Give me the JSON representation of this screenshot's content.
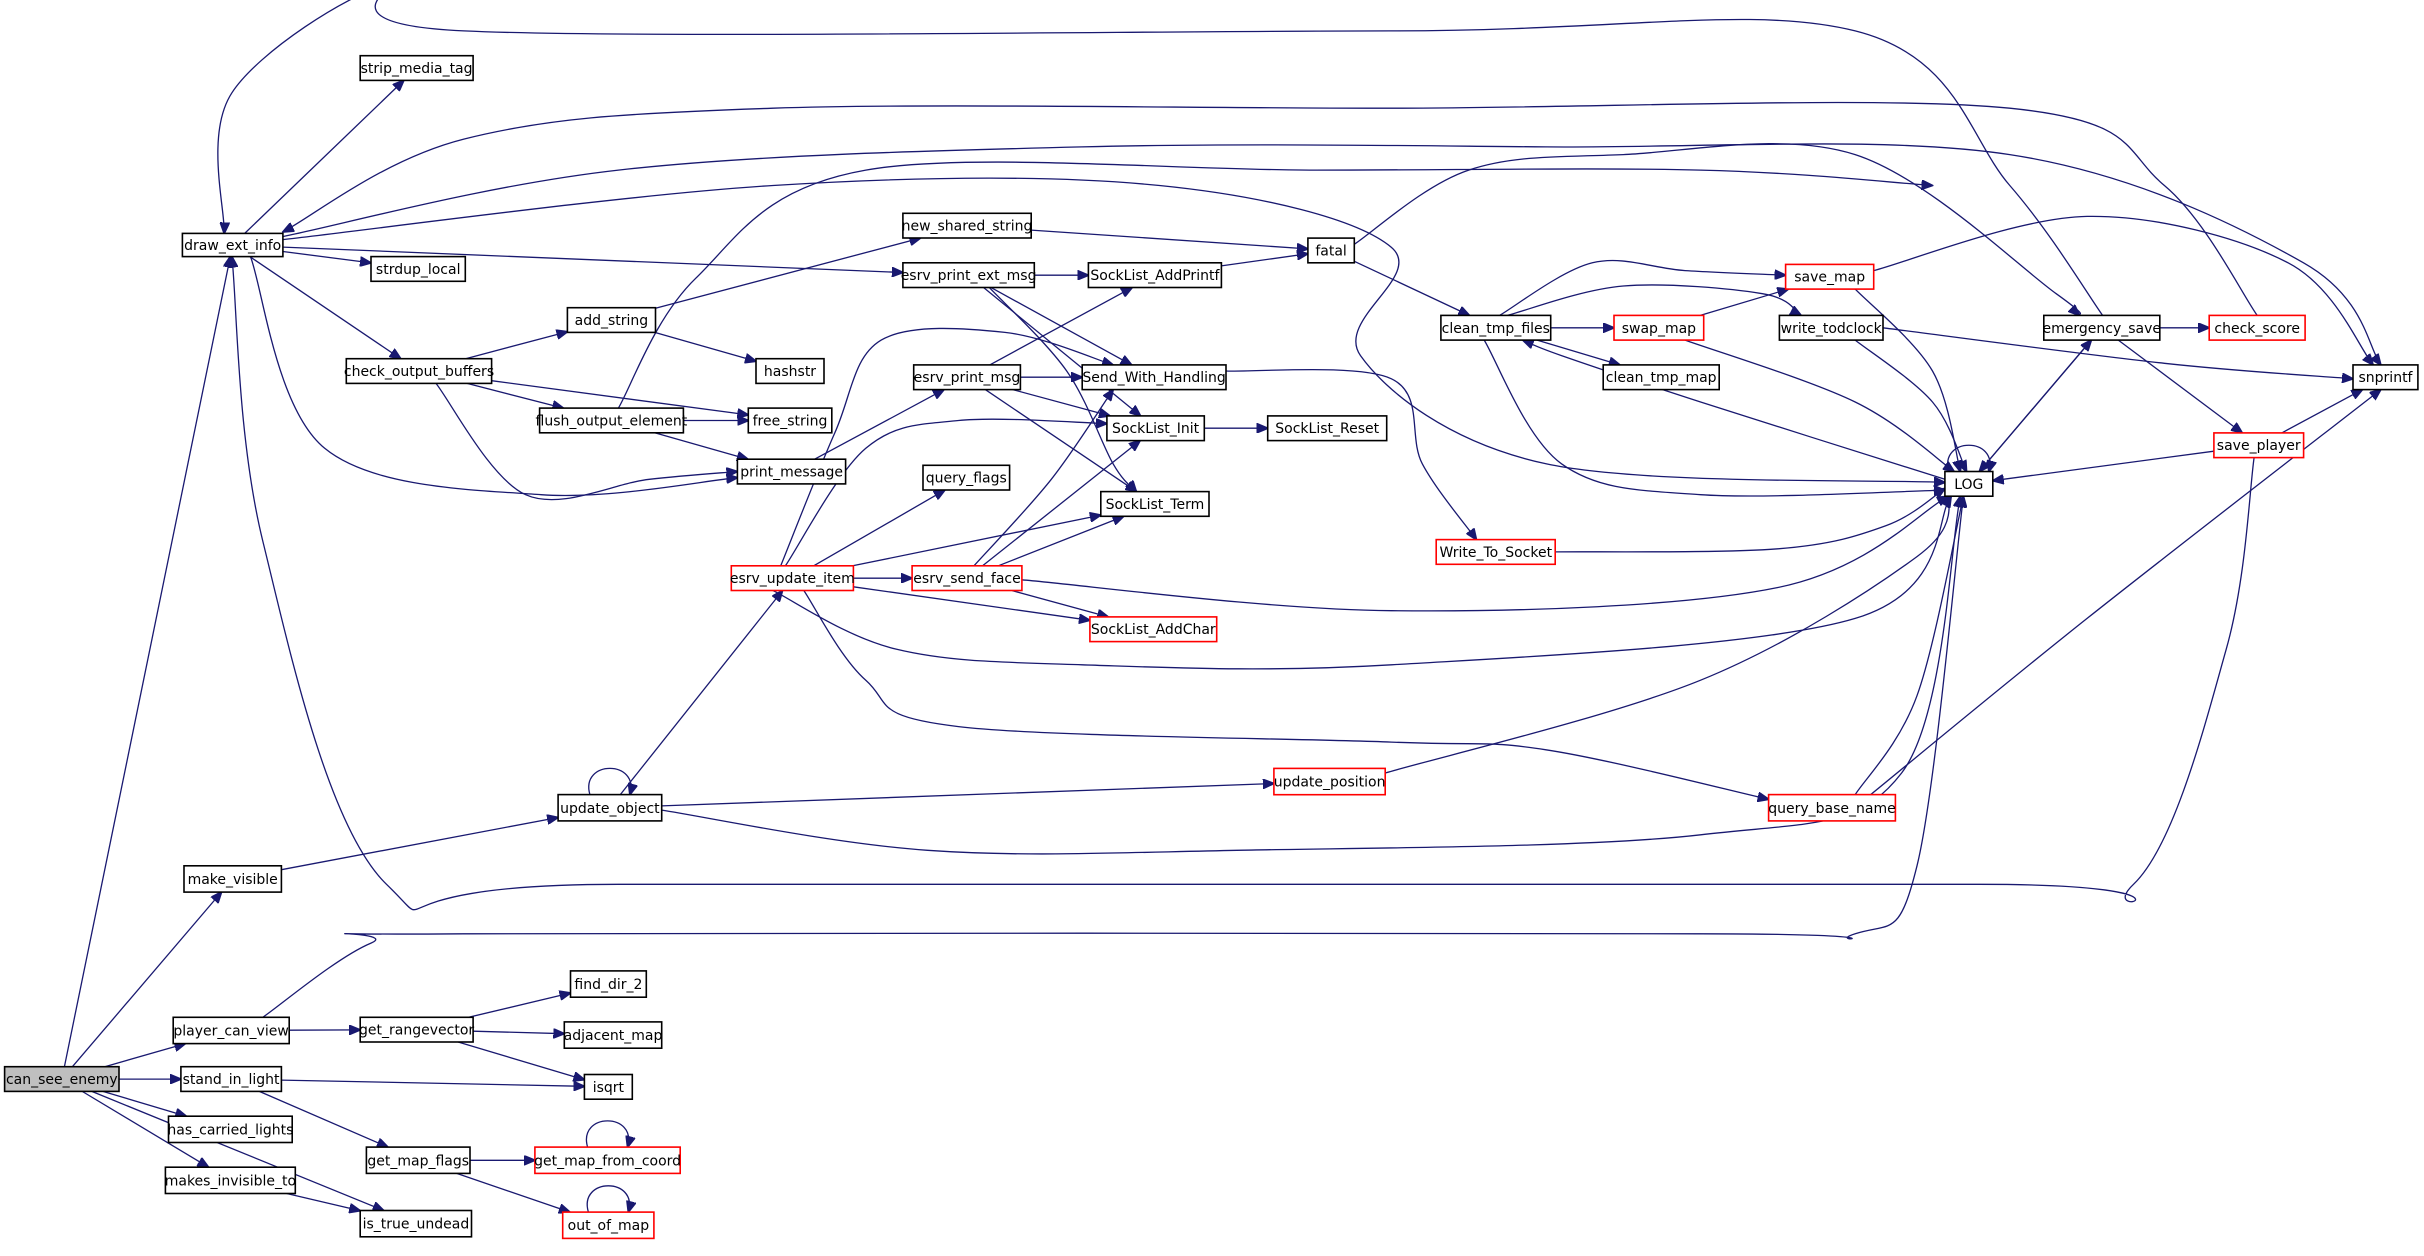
{
  "diagram": {
    "type": "call-graph",
    "root": "can_see_enemy",
    "colors": {
      "edge": "#191970",
      "node_border": "#000000",
      "node_border_truncated": "#ff0000",
      "root_fill": "#bfbfbf",
      "node_fill": "#ffffff"
    },
    "nodes": [
      {
        "id": "can_see_enemy",
        "label": "can_see_enemy",
        "style": "root"
      },
      {
        "id": "draw_ext_info",
        "label": "draw_ext_info",
        "style": "normal"
      },
      {
        "id": "strip_media_tag",
        "label": "strip_media_tag",
        "style": "normal"
      },
      {
        "id": "strdup_local",
        "label": "strdup_local",
        "style": "normal"
      },
      {
        "id": "check_output_buffers",
        "label": "check_output_buffers",
        "style": "normal"
      },
      {
        "id": "add_string",
        "label": "add_string",
        "style": "normal"
      },
      {
        "id": "hashstr",
        "label": "hashstr",
        "style": "normal"
      },
      {
        "id": "flush_output_element",
        "label": "flush_output_element",
        "style": "normal"
      },
      {
        "id": "free_string",
        "label": "free_string",
        "style": "normal"
      },
      {
        "id": "print_message",
        "label": "print_message",
        "style": "normal"
      },
      {
        "id": "new_shared_string",
        "label": "new_shared_string",
        "style": "normal"
      },
      {
        "id": "esrv_print_ext_msg",
        "label": "esrv_print_ext_msg",
        "style": "normal"
      },
      {
        "id": "SockList_AddPrintf",
        "label": "SockList_AddPrintf",
        "style": "normal"
      },
      {
        "id": "fatal",
        "label": "fatal",
        "style": "normal"
      },
      {
        "id": "esrv_print_msg",
        "label": "esrv_print_msg",
        "style": "normal"
      },
      {
        "id": "Send_With_Handling",
        "label": "Send_With_Handling",
        "style": "normal"
      },
      {
        "id": "SockList_Init",
        "label": "SockList_Init",
        "style": "normal"
      },
      {
        "id": "SockList_Reset",
        "label": "SockList_Reset",
        "style": "normal"
      },
      {
        "id": "query_flags",
        "label": "query_flags",
        "style": "normal"
      },
      {
        "id": "SockList_Term",
        "label": "SockList_Term",
        "style": "normal"
      },
      {
        "id": "esrv_update_item",
        "label": "esrv_update_item",
        "style": "truncated"
      },
      {
        "id": "esrv_send_face",
        "label": "esrv_send_face",
        "style": "truncated"
      },
      {
        "id": "SockList_AddChar",
        "label": "SockList_AddChar",
        "style": "truncated"
      },
      {
        "id": "Write_To_Socket",
        "label": "Write_To_Socket",
        "style": "truncated"
      },
      {
        "id": "clean_tmp_files",
        "label": "clean_tmp_files",
        "style": "normal"
      },
      {
        "id": "swap_map",
        "label": "swap_map",
        "style": "truncated"
      },
      {
        "id": "save_map",
        "label": "save_map",
        "style": "truncated"
      },
      {
        "id": "write_todclock",
        "label": "write_todclock",
        "style": "normal"
      },
      {
        "id": "clean_tmp_map",
        "label": "clean_tmp_map",
        "style": "normal"
      },
      {
        "id": "emergency_save",
        "label": "emergency_save",
        "style": "normal"
      },
      {
        "id": "check_score",
        "label": "check_score",
        "style": "truncated"
      },
      {
        "id": "snprintf",
        "label": "snprintf",
        "style": "normal"
      },
      {
        "id": "save_player",
        "label": "save_player",
        "style": "truncated"
      },
      {
        "id": "LOG",
        "label": "LOG",
        "style": "normal"
      },
      {
        "id": "update_position",
        "label": "update_position",
        "style": "truncated"
      },
      {
        "id": "query_base_name",
        "label": "query_base_name",
        "style": "truncated"
      },
      {
        "id": "update_object",
        "label": "update_object",
        "style": "normal"
      },
      {
        "id": "make_visible",
        "label": "make_visible",
        "style": "normal"
      },
      {
        "id": "find_dir_2",
        "label": "find_dir_2",
        "style": "normal"
      },
      {
        "id": "player_can_view",
        "label": "player_can_view",
        "style": "normal"
      },
      {
        "id": "get_rangevector",
        "label": "get_rangevector",
        "style": "normal"
      },
      {
        "id": "adjacent_map",
        "label": "adjacent_map",
        "style": "normal"
      },
      {
        "id": "stand_in_light",
        "label": "stand_in_light",
        "style": "normal"
      },
      {
        "id": "isqrt",
        "label": "isqrt",
        "style": "normal"
      },
      {
        "id": "has_carried_lights",
        "label": "has_carried_lights",
        "style": "normal"
      },
      {
        "id": "get_map_flags",
        "label": "get_map_flags",
        "style": "normal"
      },
      {
        "id": "get_map_from_coord",
        "label": "get_map_from_coord",
        "style": "truncated"
      },
      {
        "id": "makes_invisible_to",
        "label": "makes_invisible_to",
        "style": "normal"
      },
      {
        "id": "is_true_undead",
        "label": "is_true_undead",
        "style": "normal"
      },
      {
        "id": "out_of_map",
        "label": "out_of_map",
        "style": "truncated"
      }
    ],
    "edges": [
      {
        "from": "can_see_enemy",
        "to": "draw_ext_info"
      },
      {
        "from": "can_see_enemy",
        "to": "make_visible"
      },
      {
        "from": "can_see_enemy",
        "to": "player_can_view"
      },
      {
        "from": "can_see_enemy",
        "to": "stand_in_light"
      },
      {
        "from": "can_see_enemy",
        "to": "has_carried_lights"
      },
      {
        "from": "can_see_enemy",
        "to": "makes_invisible_to"
      },
      {
        "from": "can_see_enemy",
        "to": "is_true_undead"
      },
      {
        "from": "draw_ext_info",
        "to": "strip_media_tag"
      },
      {
        "from": "draw_ext_info",
        "to": "strdup_local"
      },
      {
        "from": "draw_ext_info",
        "to": "check_output_buffers"
      },
      {
        "from": "draw_ext_info",
        "to": "esrv_print_ext_msg"
      },
      {
        "from": "draw_ext_info",
        "to": "print_message"
      },
      {
        "from": "draw_ext_info",
        "to": "LOG"
      },
      {
        "from": "draw_ext_info",
        "to": "snprintf"
      },
      {
        "from": "check_output_buffers",
        "to": "add_string"
      },
      {
        "from": "check_output_buffers",
        "to": "flush_output_element"
      },
      {
        "from": "check_output_buffers",
        "to": "free_string"
      },
      {
        "from": "check_output_buffers",
        "to": "print_message"
      },
      {
        "from": "add_string",
        "to": "new_shared_string"
      },
      {
        "from": "add_string",
        "to": "hashstr"
      },
      {
        "from": "flush_output_element",
        "to": "free_string"
      },
      {
        "from": "flush_output_element",
        "to": "print_message"
      },
      {
        "from": "flush_output_element",
        "to": "draw_ext_info"
      },
      {
        "from": "print_message",
        "to": "esrv_print_msg"
      },
      {
        "from": "new_shared_string",
        "to": "fatal"
      },
      {
        "from": "esrv_print_ext_msg",
        "to": "SockList_AddPrintf"
      },
      {
        "from": "esrv_print_ext_msg",
        "to": "Send_With_Handling"
      },
      {
        "from": "esrv_print_ext_msg",
        "to": "SockList_Init"
      },
      {
        "from": "esrv_print_ext_msg",
        "to": "SockList_Term"
      },
      {
        "from": "SockList_AddPrintf",
        "to": "fatal"
      },
      {
        "from": "fatal",
        "to": "clean_tmp_files"
      },
      {
        "from": "fatal",
        "to": "emergency_save"
      },
      {
        "from": "esrv_print_msg",
        "to": "SockList_AddPrintf"
      },
      {
        "from": "esrv_print_msg",
        "to": "Send_With_Handling"
      },
      {
        "from": "esrv_print_msg",
        "to": "SockList_Init"
      },
      {
        "from": "esrv_print_msg",
        "to": "SockList_Term"
      },
      {
        "from": "Send_With_Handling",
        "to": "Write_To_Socket"
      },
      {
        "from": "SockList_Init",
        "to": "SockList_Reset"
      },
      {
        "from": "esrv_update_item",
        "to": "query_flags"
      },
      {
        "from": "esrv_update_item",
        "to": "esrv_send_face"
      },
      {
        "from": "esrv_update_item",
        "to": "SockList_Init"
      },
      {
        "from": "esrv_update_item",
        "to": "SockList_Term"
      },
      {
        "from": "esrv_update_item",
        "to": "Send_With_Handling"
      },
      {
        "from": "esrv_update_item",
        "to": "SockList_AddChar"
      },
      {
        "from": "esrv_update_item",
        "to": "LOG"
      },
      {
        "from": "esrv_update_item",
        "to": "query_base_name"
      },
      {
        "from": "esrv_send_face",
        "to": "Send_With_Handling"
      },
      {
        "from": "esrv_send_face",
        "to": "SockList_Init"
      },
      {
        "from": "esrv_send_face",
        "to": "SockList_Term"
      },
      {
        "from": "esrv_send_face",
        "to": "SockList_AddChar"
      },
      {
        "from": "esrv_send_face",
        "to": "LOG"
      },
      {
        "from": "Write_To_Socket",
        "to": "LOG"
      },
      {
        "from": "clean_tmp_files",
        "to": "swap_map"
      },
      {
        "from": "clean_tmp_files",
        "to": "save_map"
      },
      {
        "from": "clean_tmp_files",
        "to": "write_todclock"
      },
      {
        "from": "clean_tmp_files",
        "to": "clean_tmp_map"
      },
      {
        "from": "clean_tmp_files",
        "to": "LOG"
      },
      {
        "from": "swap_map",
        "to": "save_map"
      },
      {
        "from": "swap_map",
        "to": "LOG"
      },
      {
        "from": "save_map",
        "to": "LOG"
      },
      {
        "from": "save_map",
        "to": "snprintf"
      },
      {
        "from": "write_todclock",
        "to": "LOG"
      },
      {
        "from": "write_todclock",
        "to": "snprintf"
      },
      {
        "from": "emergency_save",
        "to": "check_score"
      },
      {
        "from": "emergency_save",
        "to": "save_player"
      },
      {
        "from": "emergency_save",
        "to": "LOG"
      },
      {
        "from": "emergency_save",
        "to": "draw_ext_info"
      },
      {
        "from": "check_score",
        "to": "draw_ext_info"
      },
      {
        "from": "save_player",
        "to": "snprintf"
      },
      {
        "from": "save_player",
        "to": "LOG"
      },
      {
        "from": "save_player",
        "to": "draw_ext_info"
      },
      {
        "from": "LOG",
        "to": "LOG"
      },
      {
        "from": "LOG",
        "to": "emergency_save"
      },
      {
        "from": "LOG",
        "to": "clean_tmp_files"
      },
      {
        "from": "update_object",
        "to": "update_object"
      },
      {
        "from": "update_object",
        "to": "esrv_update_item"
      },
      {
        "from": "update_object",
        "to": "update_position"
      },
      {
        "from": "update_object",
        "to": "LOG"
      },
      {
        "from": "update_position",
        "to": "LOG"
      },
      {
        "from": "query_base_name",
        "to": "LOG"
      },
      {
        "from": "query_base_name",
        "to": "snprintf"
      },
      {
        "from": "make_visible",
        "to": "update_object"
      },
      {
        "from": "player_can_view",
        "to": "get_rangevector"
      },
      {
        "from": "player_can_view",
        "to": "LOG"
      },
      {
        "from": "get_rangevector",
        "to": "find_dir_2"
      },
      {
        "from": "get_rangevector",
        "to": "adjacent_map"
      },
      {
        "from": "get_rangevector",
        "to": "isqrt"
      },
      {
        "from": "stand_in_light",
        "to": "isqrt"
      },
      {
        "from": "stand_in_light",
        "to": "get_map_flags"
      },
      {
        "from": "get_map_flags",
        "to": "get_map_from_coord"
      },
      {
        "from": "get_map_flags",
        "to": "out_of_map"
      },
      {
        "from": "get_map_from_coord",
        "to": "get_map_from_coord"
      },
      {
        "from": "out_of_map",
        "to": "out_of_map"
      },
      {
        "from": "makes_invisible_to",
        "to": "is_true_undead"
      }
    ]
  }
}
